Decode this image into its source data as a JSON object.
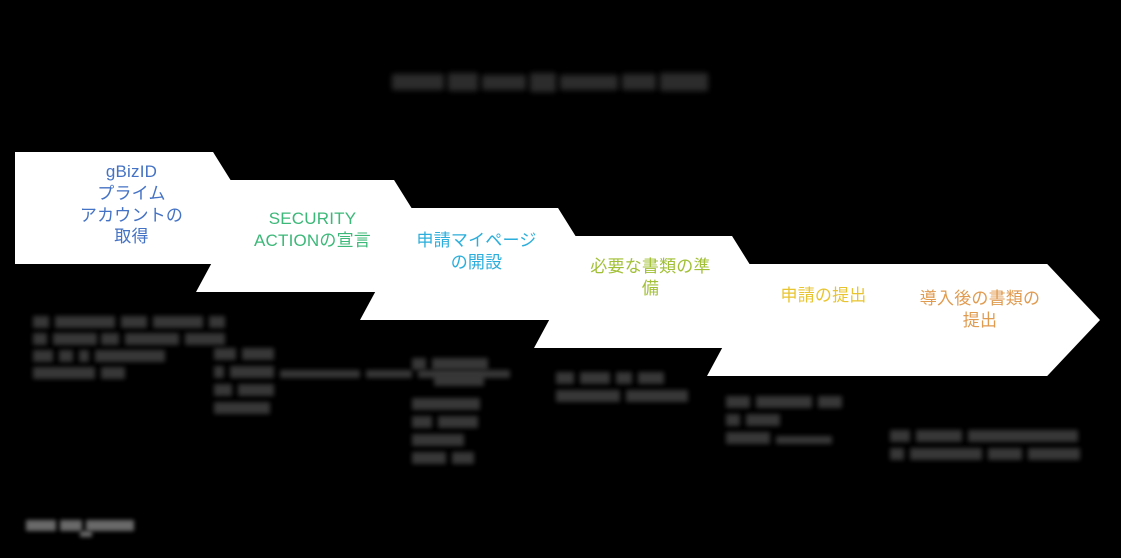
{
  "slide": {
    "background_color": "#000000",
    "title_redacted": true,
    "title_text": "",
    "footer_redacted": true,
    "footer_text": ""
  },
  "process": {
    "direction": "left-to-right",
    "step_count": 6,
    "steps": [
      {
        "index": 1,
        "label": "gBizID\nプライム\nアカウントの\n取得",
        "color": "#4472C4",
        "body_redacted": true,
        "body_text": ""
      },
      {
        "index": 2,
        "label": "SECURITY\nACTIONの宣言",
        "color": "#3CB878",
        "body_redacted": true,
        "body_text": ""
      },
      {
        "index": 3,
        "label": "申請マイページ\nの開設",
        "color": "#2BAEDB",
        "body_redacted": true,
        "body_text": ""
      },
      {
        "index": 4,
        "label": "必要な書類の準\n備",
        "color": "#A2C037",
        "body_redacted": true,
        "body_text": ""
      },
      {
        "index": 5,
        "label": "申請の提出",
        "color": "#E8C530",
        "body_redacted": true,
        "body_text": ""
      },
      {
        "index": 6,
        "label": "導入後の書類の\n提出",
        "color": "#E09B50",
        "body_redacted": true,
        "body_text": ""
      }
    ]
  }
}
